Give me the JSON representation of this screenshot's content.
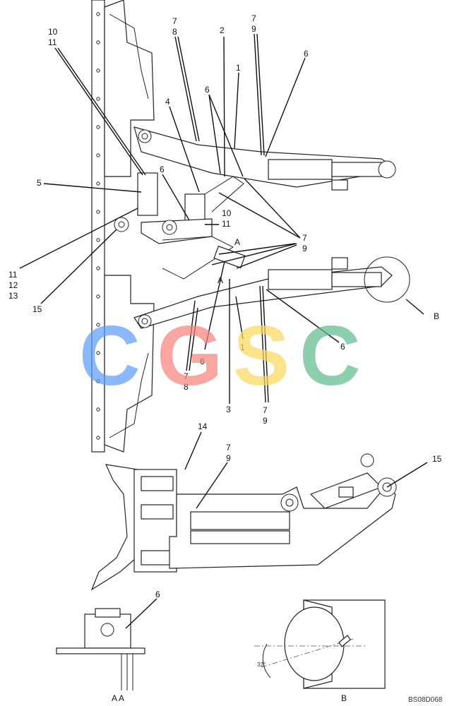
{
  "callouts": {
    "c1": "10",
    "c2": "11",
    "c3": "7",
    "c4": "8",
    "c5": "2",
    "c6": "7",
    "c7": "9",
    "c8": "1",
    "c9": "6",
    "c10": "6",
    "c11": "4",
    "c12": "5",
    "c13": "6",
    "c14": "10",
    "c15": "11",
    "c16": "7",
    "c17": "9",
    "c18": "A",
    "c19": "A",
    "c20": "11",
    "c21": "12",
    "c22": "13",
    "c23": "15",
    "c24": "B",
    "c25": "6",
    "c26": "6",
    "c27": "1",
    "c28": "7",
    "c29": "8",
    "c30": "3",
    "c31": "7",
    "c32": "9",
    "c33": "14",
    "c34": "7",
    "c35": "9",
    "c36": "15",
    "c37": "6",
    "angle": "32°"
  },
  "view_labels": {
    "section_aa": "A A",
    "detail_b": "B"
  },
  "drawing_code": "BS08D068",
  "watermark": {
    "letters": [
      "C",
      "G",
      "S",
      "C"
    ],
    "colors": [
      "#5b9bf8",
      "#f4817a",
      "#f8d85a",
      "#5cba8c"
    ]
  }
}
